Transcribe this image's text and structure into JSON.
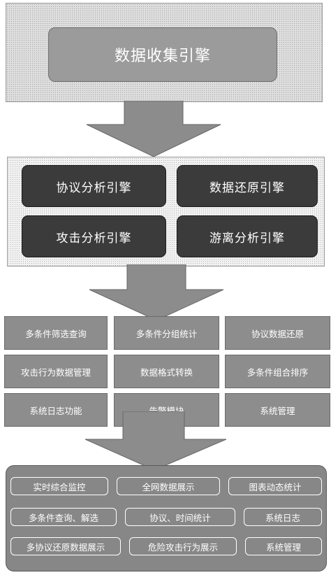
{
  "collection": {
    "title": "数据收集引擎"
  },
  "analysis": {
    "engines": [
      "协议分析引擎",
      "数据还原引擎",
      "攻击分析引擎",
      "游离分析引擎"
    ]
  },
  "functions": {
    "items": [
      "多条件筛选查询",
      "多条件分组统计",
      "协议数据还原",
      "攻击行为数据管理",
      "数据格式转换",
      "多条件组合排序",
      "系统日志功能",
      "告警模块",
      "系统管理"
    ]
  },
  "display": {
    "items": [
      "实时综合监控",
      "全网数据展示",
      "图表动态统计",
      "多条件查询、解选",
      "协议、时间统计",
      "系统日志",
      "多协议还原数据展示",
      "危险攻击行为展示",
      "系统管理"
    ]
  },
  "colors": {
    "arrow": "#8c8c8c",
    "dark_box": "#3b3b3b",
    "grid_box": "#8d8d8d",
    "display_panel": "#878787"
  }
}
